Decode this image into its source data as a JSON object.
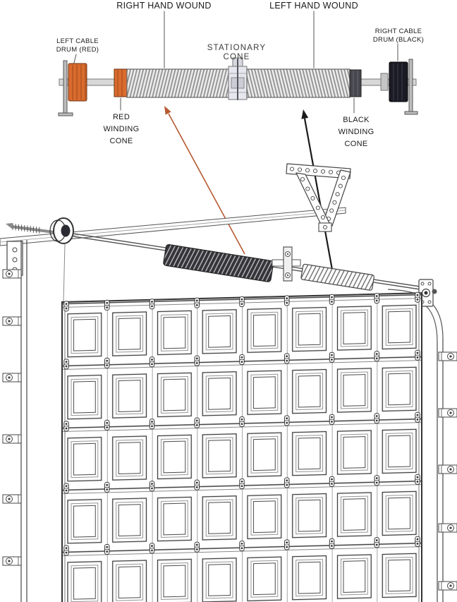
{
  "labels": {
    "right_hand_wound": "RIGHT HAND WOUND",
    "left_hand_wound": "LEFT HAND WOUND",
    "left_cable_drum": "LEFT CABLE DRUM (RED)",
    "stationary_cone": "STATIONARY CONE",
    "right_cable_drum": "RIGHT CABLE DRUM (BLACK)",
    "red_winding_cone": "RED WINDING CONE",
    "black_winding_cone": "BLACK WINDING CONE"
  },
  "colors": {
    "red_part": "#d96b2f",
    "black_part": "#1b1b26",
    "black_cone": "#47474f",
    "red_arrow": "#b65a32",
    "black_arrow": "#1a1a1a"
  }
}
